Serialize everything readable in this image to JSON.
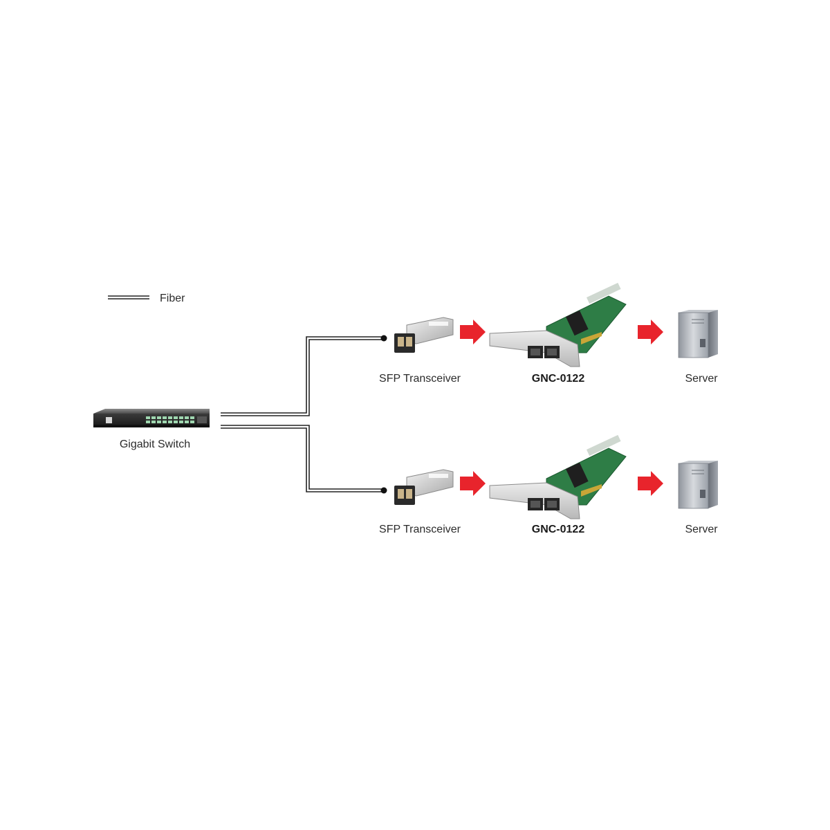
{
  "legend": {
    "fiber_label": "Fiber"
  },
  "switch": {
    "label": "Gigabit Switch"
  },
  "rows": [
    {
      "transceiver_label": "SFP Transceiver",
      "card_label": "GNC-0122",
      "server_label": "Server"
    },
    {
      "transceiver_label": "SFP Transceiver",
      "card_label": "GNC-0122",
      "server_label": "Server"
    }
  ],
  "colors": {
    "arrow": "#e8242c",
    "pcb": "#2e7d46",
    "line": "#222222"
  },
  "icons": [
    "fiber-legend-icon",
    "switch-icon",
    "sfp-transceiver-icon",
    "network-card-icon",
    "server-tower-icon",
    "arrow-right-icon"
  ]
}
